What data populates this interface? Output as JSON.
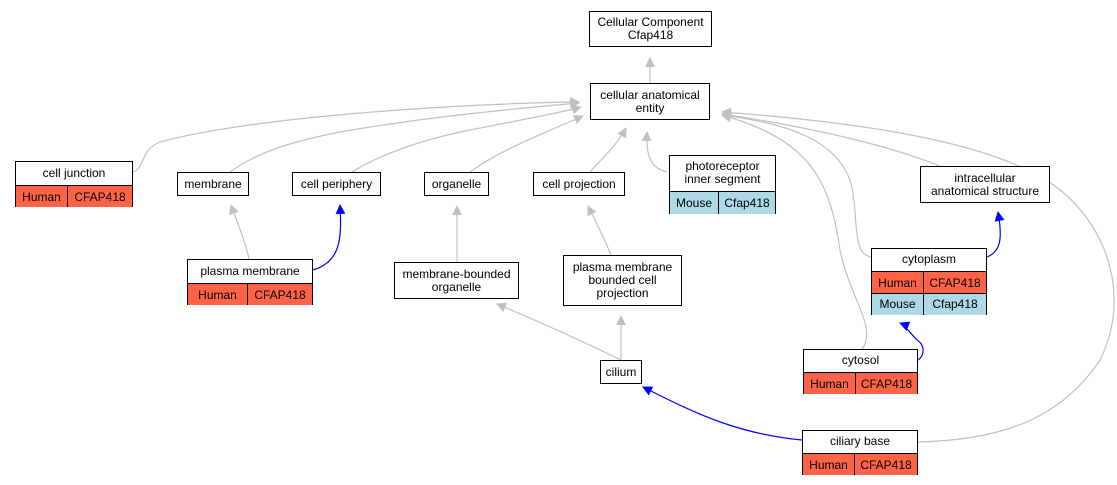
{
  "colors": {
    "human": "#ff6347",
    "mouse": "#add8e6",
    "edge_grey": "#c0c0c0",
    "edge_blue": "#0000ff"
  },
  "nodes": {
    "cellular_component": {
      "label": "Cellular Component\nCfap418"
    },
    "cellular_anatomical_entity": {
      "label": "cellular anatomical\nentity"
    },
    "cell_junction": {
      "label": "cell junction",
      "rows": [
        {
          "species": "Human",
          "gene": "CFAP418"
        }
      ]
    },
    "membrane": {
      "label": "membrane"
    },
    "cell_periphery": {
      "label": "cell periphery"
    },
    "organelle": {
      "label": "organelle"
    },
    "cell_projection": {
      "label": "cell projection"
    },
    "photoreceptor_inner_segment": {
      "label": "photoreceptor\ninner segment",
      "rows": [
        {
          "species": "Mouse",
          "gene": "Cfap418"
        }
      ]
    },
    "intracellular_anatomical_structure": {
      "label": "intracellular\nanatomical structure"
    },
    "plasma_membrane": {
      "label": "plasma membrane",
      "rows": [
        {
          "species": "Human",
          "gene": "CFAP418"
        }
      ]
    },
    "membrane_bounded_organelle": {
      "label": "membrane-bounded\norganelle"
    },
    "plasma_membrane_bounded_cell_projection": {
      "label": "plasma membrane\nbounded cell\nprojection"
    },
    "cytoplasm": {
      "label": "cytoplasm",
      "rows": [
        {
          "species": "Human",
          "gene": "CFAP418"
        },
        {
          "species": "Mouse",
          "gene": "Cfap418"
        }
      ]
    },
    "cilium": {
      "label": "cilium"
    },
    "cytosol": {
      "label": "cytosol",
      "rows": [
        {
          "species": "Human",
          "gene": "CFAP418"
        }
      ]
    },
    "ciliary_base": {
      "label": "ciliary base",
      "rows": [
        {
          "species": "Human",
          "gene": "CFAP418"
        }
      ]
    }
  },
  "edges": [
    {
      "from": "cellular_anatomical_entity",
      "to": "cellular_component",
      "type": "is_a"
    },
    {
      "from": "cell_junction",
      "to": "cellular_anatomical_entity",
      "type": "is_a"
    },
    {
      "from": "membrane",
      "to": "cellular_anatomical_entity",
      "type": "is_a"
    },
    {
      "from": "cell_periphery",
      "to": "cellular_anatomical_entity",
      "type": "is_a"
    },
    {
      "from": "organelle",
      "to": "cellular_anatomical_entity",
      "type": "is_a"
    },
    {
      "from": "cell_projection",
      "to": "cellular_anatomical_entity",
      "type": "is_a"
    },
    {
      "from": "photoreceptor_inner_segment",
      "to": "cellular_anatomical_entity",
      "type": "is_a"
    },
    {
      "from": "intracellular_anatomical_structure",
      "to": "cellular_anatomical_entity",
      "type": "is_a"
    },
    {
      "from": "cytoplasm",
      "to": "cellular_anatomical_entity",
      "type": "is_a"
    },
    {
      "from": "cytosol",
      "to": "cellular_anatomical_entity",
      "type": "is_a"
    },
    {
      "from": "ciliary_base",
      "to": "cellular_anatomical_entity",
      "type": "is_a"
    },
    {
      "from": "plasma_membrane",
      "to": "membrane",
      "type": "is_a"
    },
    {
      "from": "plasma_membrane",
      "to": "cell_periphery",
      "type": "part_of"
    },
    {
      "from": "membrane_bounded_organelle",
      "to": "organelle",
      "type": "is_a"
    },
    {
      "from": "plasma_membrane_bounded_cell_projection",
      "to": "cell_projection",
      "type": "is_a"
    },
    {
      "from": "cilium",
      "to": "membrane_bounded_organelle",
      "type": "is_a"
    },
    {
      "from": "cilium",
      "to": "plasma_membrane_bounded_cell_projection",
      "type": "is_a"
    },
    {
      "from": "cytoplasm",
      "to": "intracellular_anatomical_structure",
      "type": "part_of"
    },
    {
      "from": "cytosol",
      "to": "cytoplasm",
      "type": "part_of"
    },
    {
      "from": "ciliary_base",
      "to": "cilium",
      "type": "part_of"
    }
  ]
}
